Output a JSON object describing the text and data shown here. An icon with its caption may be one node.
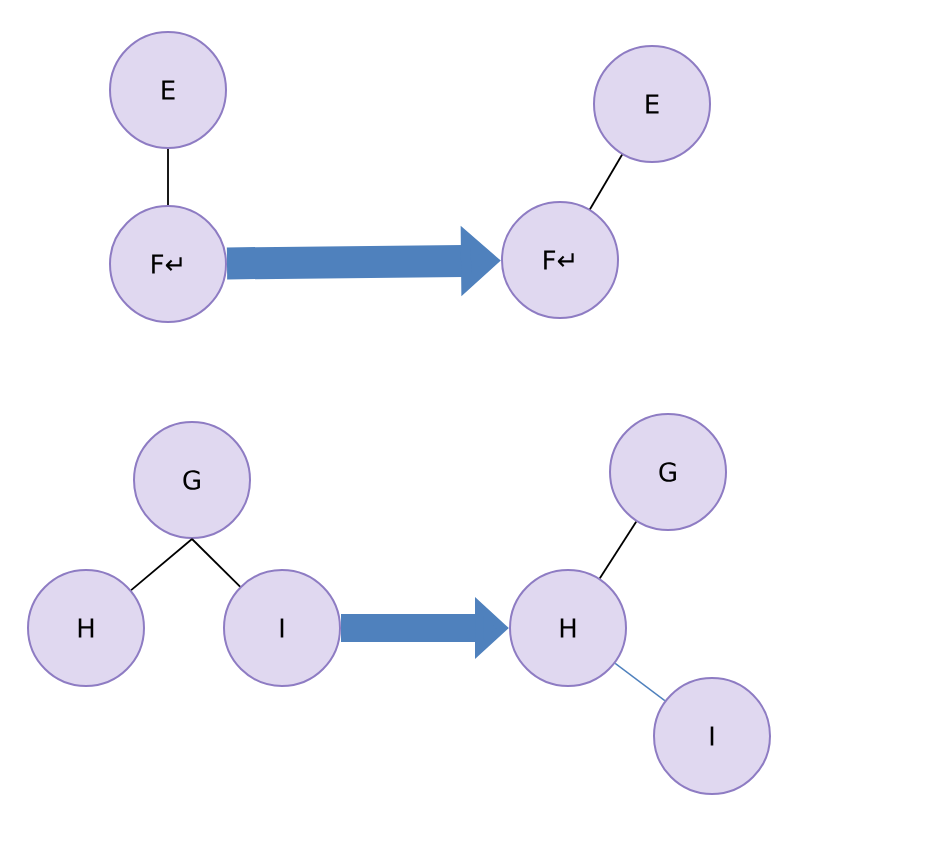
{
  "diagram": {
    "nodes": [
      {
        "text": [
          "E"
        ]
      },
      {
        "text": [
          "F↵"
        ]
      },
      {
        "text": [
          "E"
        ]
      },
      {
        "text": [
          "F↵"
        ]
      },
      {
        "text": [
          "G"
        ]
      },
      {
        "text": [
          "H"
        ]
      },
      {
        "text": [
          "I"
        ]
      },
      {
        "text": [
          "G"
        ]
      },
      {
        "text": [
          "H"
        ]
      },
      {
        "text": [
          "I"
        ]
      }
    ],
    "edges": [
      {
        "from": 0,
        "to": 1,
        "arrow": "none"
      },
      {
        "from": 2,
        "to": 3,
        "arrow": "none"
      },
      {
        "from": 4,
        "to": 5,
        "arrow": "none"
      },
      {
        "from": 4,
        "to": 6,
        "arrow": "none"
      },
      {
        "from": 7,
        "to": 8,
        "arrow": "none"
      },
      {
        "from": 8,
        "to": 9,
        "arrow": "none",
        "color": "#4f81bd"
      },
      {
        "from": 1,
        "to": 3,
        "arrow": "to",
        "style": "thick",
        "color": "#4f81bd"
      },
      {
        "from": 6,
        "to": 8,
        "arrow": "to",
        "style": "thick",
        "color": "#4f81bd"
      }
    ]
  }
}
